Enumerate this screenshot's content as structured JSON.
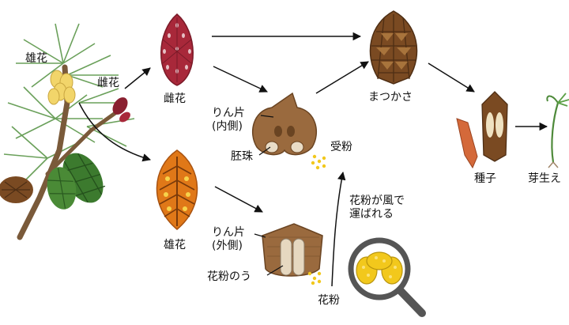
{
  "labels": {
    "male_flower_branch": "雄花",
    "female_flower_branch": "雌花",
    "female_flower": "雌花",
    "male_flower": "雄花",
    "scale_inner": "りん片\n(内側)",
    "ovule": "胚珠",
    "pollination": "受粉",
    "pinecone": "まつかさ",
    "seed": "種子",
    "germination": "芽生え",
    "wind_carried": "花粉が風で\n運ばれる",
    "scale_outer": "りん片\n(外側)",
    "pollen_sac": "花粉のう",
    "pollen": "花粉"
  },
  "colors": {
    "female_cone": "#a8283a",
    "male_cone": "#e07818",
    "pinecone": "#7a4a22",
    "scale": "#9a6a3e",
    "pollen": "#f2c81c",
    "green_cone": "#3c7a2e",
    "needle": "#6aa05a",
    "arrow": "#111111",
    "magnifier": "#555555"
  },
  "icons": [
    "pine-branch-icon",
    "female-cone-icon",
    "male-cone-icon",
    "scale-inner-icon",
    "scale-outer-icon",
    "pinecone-icon",
    "seed-icon",
    "seedling-icon",
    "magnifier-icon",
    "pollen-grain-icon"
  ]
}
